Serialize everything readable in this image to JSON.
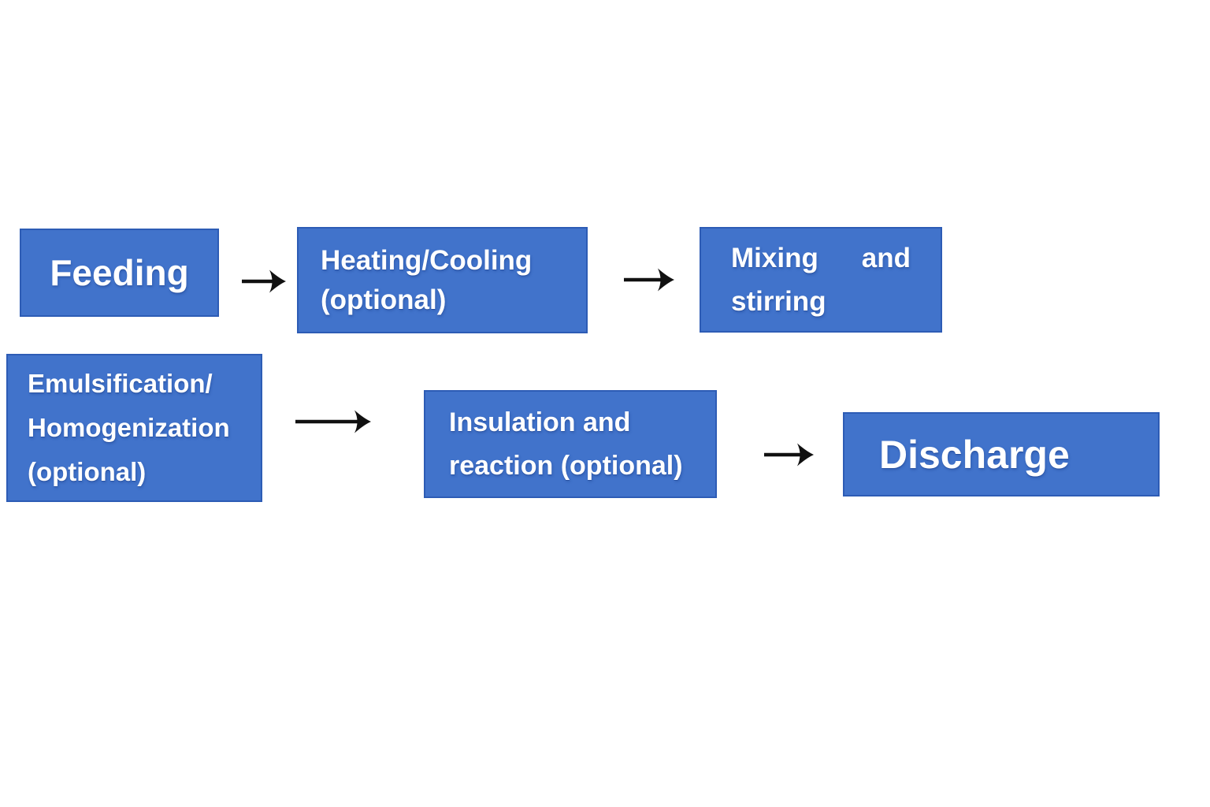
{
  "colors": {
    "background": "#ffffff",
    "box_fill": "#4173cb",
    "box_border": "#2d5cb5",
    "box_text": "#ffffff",
    "arrow": "#111111"
  },
  "flowchart": {
    "type": "process-flow",
    "nodes": [
      {
        "id": "feeding",
        "label": "Feeding"
      },
      {
        "id": "heating-cooling",
        "label": "Heating/Cooling (optional)",
        "lines": [
          "Heating/Cooling",
          "(optional)"
        ]
      },
      {
        "id": "mixing-stirring",
        "label": "Mixing and stirring"
      },
      {
        "id": "emulsification-homogenization",
        "label": "Emulsification/Homogenization (optional)",
        "lines": [
          "Emulsification/",
          "Homogenization",
          "(optional)"
        ]
      },
      {
        "id": "insulation-reaction",
        "label": "Insulation and reaction (optional)",
        "lines": [
          "Insulation and",
          "reaction (optional)"
        ]
      },
      {
        "id": "discharge",
        "label": "Discharge"
      }
    ],
    "edges": [
      {
        "from": "feeding",
        "to": "heating-cooling"
      },
      {
        "from": "heating-cooling",
        "to": "mixing-stirring"
      },
      {
        "from": "emulsification-homogenization",
        "to": "insulation-reaction"
      },
      {
        "from": "insulation-reaction",
        "to": "discharge"
      }
    ]
  }
}
